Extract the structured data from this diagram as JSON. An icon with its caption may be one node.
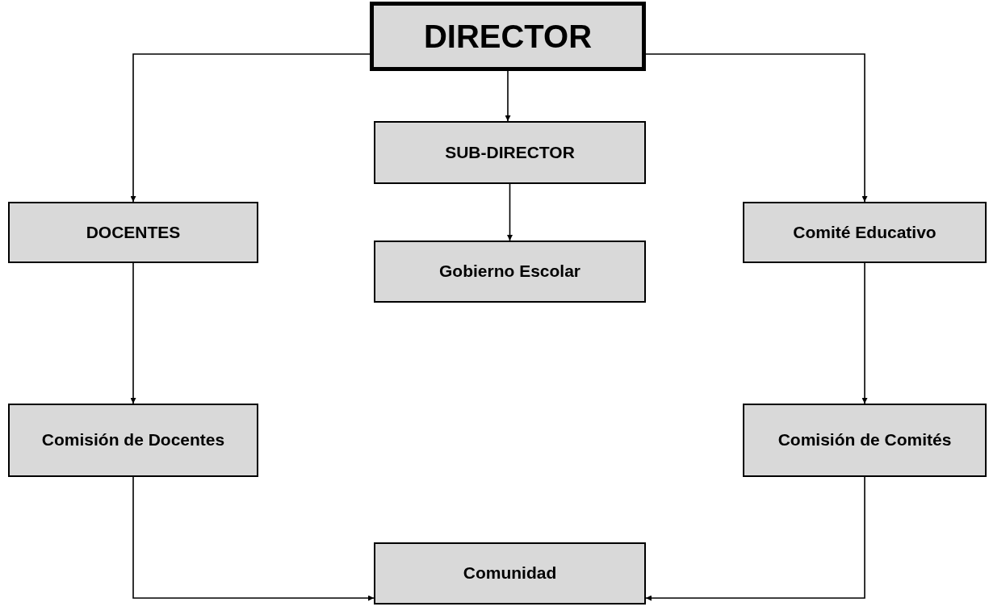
{
  "diagram": {
    "nodes": [
      {
        "text": [
          "DIRECTOR"
        ]
      },
      {
        "text": [
          "SUB-DIRECTOR"
        ]
      },
      {
        "text": [
          "DOCENTES"
        ]
      },
      {
        "text": [
          "Comité Educativo"
        ]
      },
      {
        "text": [
          "Gobierno Escolar"
        ]
      },
      {
        "text": [
          "Comisión de Docentes"
        ]
      },
      {
        "text": [
          "Comisión de Comités"
        ]
      },
      {
        "text": [
          "Comunidad"
        ]
      }
    ],
    "edges": [
      {
        "from": 0,
        "to": 2,
        "arrow": "to"
      },
      {
        "from": 0,
        "to": 1,
        "arrow": "to"
      },
      {
        "from": 0,
        "to": 3,
        "arrow": "to"
      },
      {
        "from": 1,
        "to": 4,
        "arrow": "to"
      },
      {
        "from": 2,
        "to": 5,
        "arrow": "to"
      },
      {
        "from": 3,
        "to": 6,
        "arrow": "to"
      },
      {
        "from": 5,
        "to": 7,
        "arrow": "to"
      },
      {
        "from": 6,
        "to": 7,
        "arrow": "to"
      }
    ]
  }
}
